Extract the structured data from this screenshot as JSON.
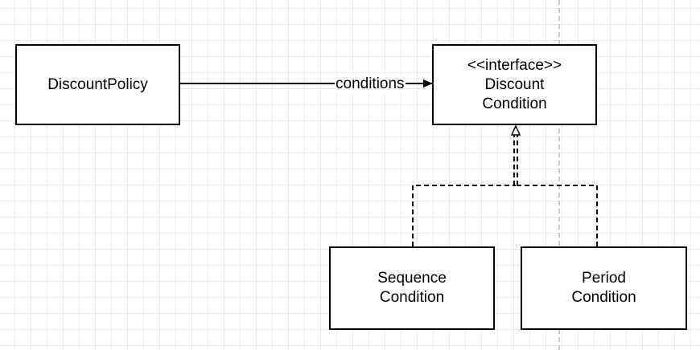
{
  "diagram": {
    "nodes": {
      "discount_policy": {
        "line1": "DiscountPolicy"
      },
      "discount_condition": {
        "stereotype": "<<interface>>",
        "line1": "Discount",
        "line2": "Condition"
      },
      "sequence_condition": {
        "line1": "Sequence",
        "line2": "Condition"
      },
      "period_condition": {
        "line1": "Period",
        "line2": "Condition"
      }
    },
    "edges": {
      "association": {
        "label": "conditions",
        "from": "DiscountPolicy",
        "to": "Discount Condition"
      },
      "realization_sequence": {
        "from": "Sequence Condition",
        "to": "Discount Condition"
      },
      "realization_period": {
        "from": "Period Condition",
        "to": "Discount Condition"
      }
    }
  }
}
